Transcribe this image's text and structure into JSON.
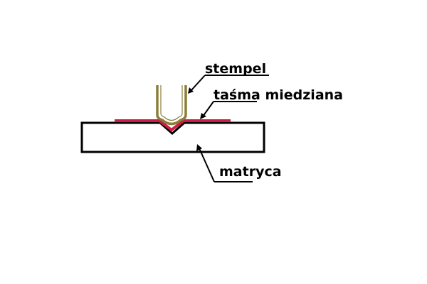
{
  "labels": {
    "punch": "stempel",
    "copper_strip": "taśma miedziana",
    "die": "matryca"
  },
  "colors": {
    "punch": "#8b7d3a",
    "copper_strip": "#cc1b44",
    "die": "#000000",
    "background": "#ffffff"
  }
}
